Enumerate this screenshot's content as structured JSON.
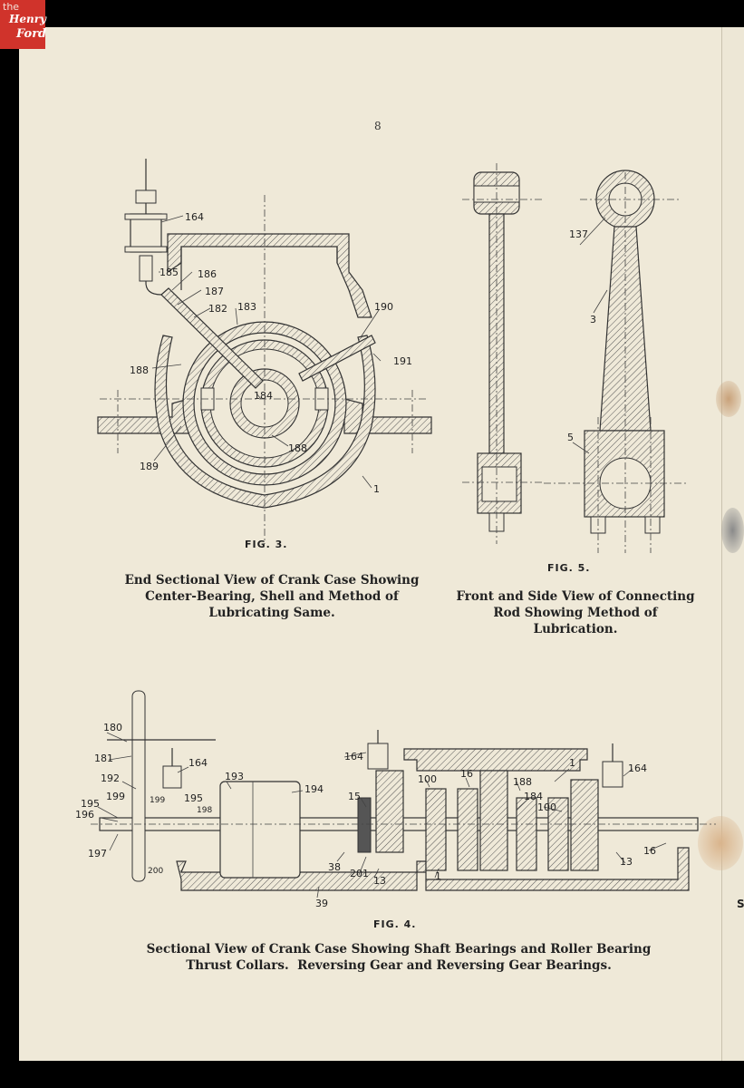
{
  "logo": {
    "top": "the",
    "middle": "Henry",
    "bottom": "Ford"
  },
  "page_number": "8",
  "fig3": {
    "label": "FIG. 3.",
    "caption_lines": [
      "End Sectional View of Crank Case Showing",
      "Center-Bearing, Shell and Method of",
      "Lubricating Same."
    ],
    "callouts": [
      "164",
      "185",
      "186",
      "187",
      "182",
      "183",
      "190",
      "191",
      "188",
      "184",
      "188",
      "189",
      "1"
    ]
  },
  "fig5": {
    "label": "FIG. 5.",
    "caption_lines": [
      "Front and Side View of Connecting",
      "Rod Showing Method of",
      "Lubrication."
    ],
    "callouts": [
      "137",
      "3",
      "5"
    ]
  },
  "fig4": {
    "label": "FIG. 4.",
    "caption_lines": [
      "Sectional View of Crank Case Showing Shaft Bearings and Roller Bearing",
      "Thrust Collars.  Reversing Gear and Reversing Gear Bearings."
    ],
    "callouts": [
      "180",
      "181",
      "164",
      "192",
      "193",
      "164",
      "194",
      "195",
      "199",
      "199",
      "195",
      "198",
      "196",
      "197",
      "200",
      "15",
      "100",
      "16",
      "188",
      "184",
      "100",
      "1",
      "164",
      "38",
      "201",
      "13",
      "1",
      "13",
      "16",
      "39"
    ]
  },
  "next_page_letter": "S"
}
